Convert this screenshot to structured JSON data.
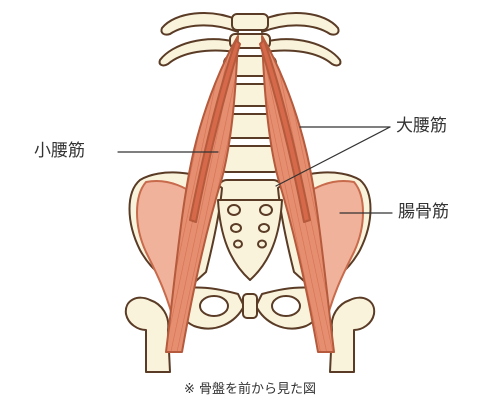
{
  "labels": {
    "psoas_minor": "小腰筋",
    "psoas_major": "大腰筋",
    "iliacus": "腸骨筋"
  },
  "caption": "※ 骨盤を前から見た図",
  "colors": {
    "bone_fill": "#faf3dc",
    "outline": "#5a3b26",
    "muscle_light": "#e79a7c",
    "muscle_dark": "#d6694a",
    "iliacus_fill": "#f0b29a",
    "label_text": "#333333",
    "leader_line": "#333333"
  }
}
